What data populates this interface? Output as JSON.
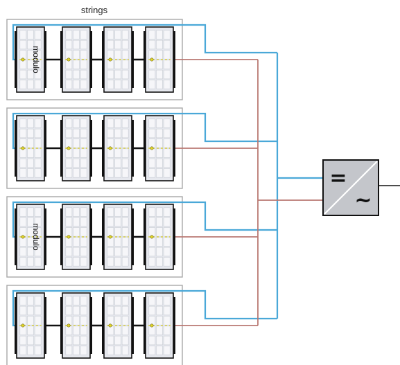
{
  "diagram": {
    "title": "strings",
    "module_label": "modulo",
    "inverter": {
      "dc_symbol": "=",
      "ac_symbol": "~"
    },
    "strings": [
      {
        "modules": 4,
        "show_module_label": true
      },
      {
        "modules": 4,
        "show_module_label": false
      },
      {
        "modules": 4,
        "show_module_label": true
      },
      {
        "modules": 4,
        "show_module_label": false
      }
    ],
    "colors": {
      "positive_wire": "#4aa8d8",
      "negative_wire": "#b97872",
      "string_frame": "#a7a7a7",
      "panel_fill": "#e6e8ee",
      "panel_cell": "#f6f6f9",
      "panel_border": "#111111",
      "junction": "#e2d62a",
      "inverter_fill": "#c4c6cb"
    }
  }
}
